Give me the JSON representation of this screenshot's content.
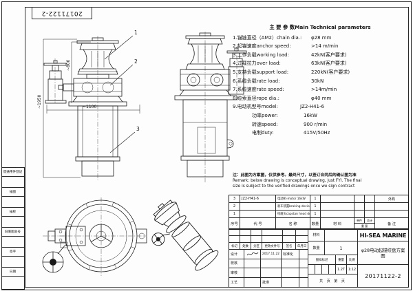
{
  "sheet": {
    "corner_stamp": "20171122-2",
    "margin_labels": [
      "借通用件登记",
      "描图",
      "描校",
      "旧底图总号",
      "签字",
      "日期"
    ]
  },
  "drawing": {
    "callout_1": "1",
    "callout_2": "2",
    "callout_3": "3",
    "dim_height_overall": "~1950",
    "dim_height_head": "~800",
    "dim_width": "~1100"
  },
  "parameters": {
    "title": "主 要 参 数Main Technical parameters",
    "rows": [
      {
        "label": "1.锚链直径（AM2）chain dia.:",
        "value": "φ28 mm"
      },
      {
        "label": "2.起锚速度anchor speed:",
        "value": ">14 m/min"
      },
      {
        "label": "3.工作负载working load:",
        "value": "42kN(客户要求)"
      },
      {
        "label": "4.过载拉力over load:",
        "value": "63kN(客户要求)"
      },
      {
        "label": "5.支持负载support load:",
        "value": "220kN(客户要求)"
      },
      {
        "label": "6.系缆负载rate load:",
        "value": "30kN"
      },
      {
        "label": "7.系缆速度rate speed:",
        "value": ">14m/min"
      },
      {
        "label": "8.缆索直径rope dia.:",
        "value": "φ40 mm"
      },
      {
        "label": "9.电动机型号model:",
        "value": "JZ2-H41-6"
      },
      {
        "label": "功率power:",
        "value": "16kW"
      },
      {
        "label": "转速speed:",
        "value": "900 r/min"
      },
      {
        "label": "电制duty:",
        "value": "415V/50Hz"
      }
    ]
  },
  "note": {
    "line_cn": "注：此图为方案图，仅供参考。最终尺寸，以签订合同后的确认图为准",
    "line_en1": "Remark: below drawing is conceptual drawing, just FYI. The final",
    "line_en2": "size is subject to the verified drawings once we sign contract"
  },
  "parts_table": {
    "headers": {
      "no": "序号",
      "code": "代 号",
      "name": "名 称",
      "qty": "数量",
      "material": "材 料",
      "unit": "单件",
      "total": "总计",
      "weight": "重 量",
      "remark": "备 注"
    },
    "rows": [
      {
        "no": "3",
        "code": "JZ2-H41-6",
        "name": "电动机-motor 16kW",
        "qty": "1",
        "material": "",
        "remark": "外购"
      },
      {
        "no": "2",
        "code": "",
        "name": "刹车装置braking device",
        "qty": "1",
        "material": "",
        "remark": ""
      },
      {
        "no": "1",
        "code": "",
        "name": "绞缆头capstan head drum",
        "qty": "1",
        "material": "",
        "remark": ""
      }
    ]
  },
  "title_block": {
    "company": "HI-SEA MARINE",
    "drawing_title": "φ28电动起锚绞盘方案图",
    "drawing_no": "20171122-2",
    "material_label": "材料",
    "material_value": "",
    "qty_label": "数量",
    "qty_value": "1",
    "mark_label": "图样标记",
    "weight_label": "重量",
    "scale_label": "比例",
    "weight_value": "1.2T",
    "scale_value": "1:12",
    "footer": "共  页  第  页",
    "revision_headers": [
      "标记",
      "处数",
      "分区",
      "更改文件号",
      "签名",
      "年月日"
    ],
    "staff": {
      "design_label": "设计",
      "design_date": "2017.11.22",
      "standard_label": "标准化",
      "check_label": "校核",
      "audit_label": "审核",
      "process_label": "工艺",
      "approve_label": "批准"
    }
  }
}
